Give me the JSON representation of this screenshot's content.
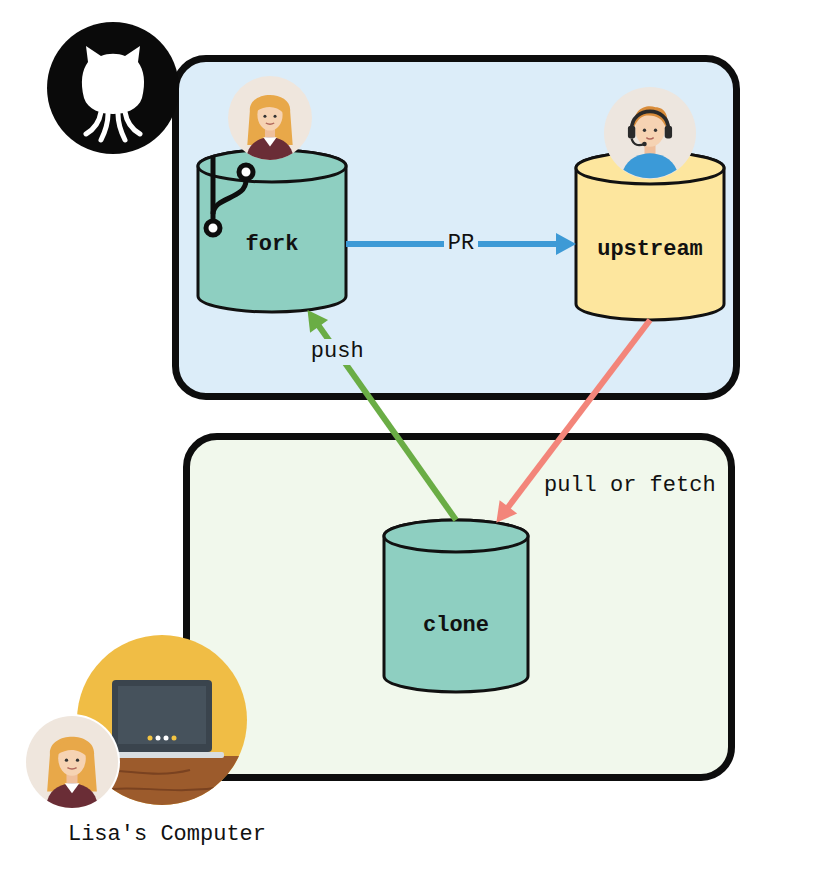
{
  "diagram": {
    "nodes": [
      {
        "text": []
      },
      {
        "text": [
          "fork"
        ],
        "in": 0
      },
      {
        "text": [
          "upstream"
        ],
        "in": 0
      },
      {
        "text": [
          "Lisa's Computer"
        ]
      },
      {
        "text": [
          "clone"
        ],
        "in": 3
      }
    ],
    "edges": [
      {
        "from": 1,
        "to": 2,
        "arrow": "to",
        "label": "PR"
      },
      {
        "from": 4,
        "to": 1,
        "arrow": "to",
        "label": "push"
      },
      {
        "from": 2,
        "to": 4,
        "arrow": "to",
        "label": "pull or fetch"
      }
    ]
  }
}
